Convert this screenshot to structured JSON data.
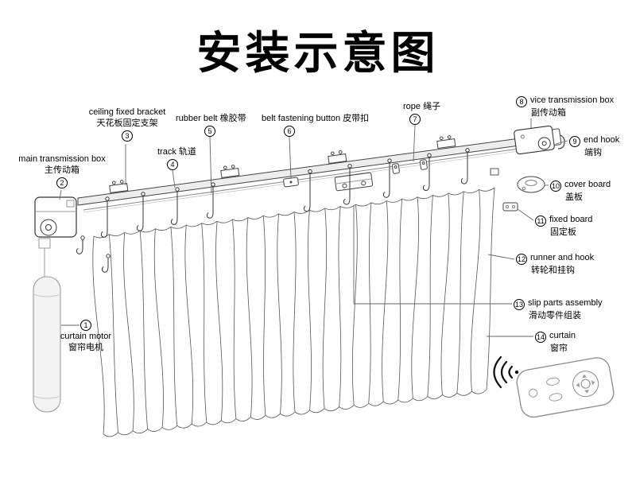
{
  "title": "安装示意图",
  "labels": {
    "curtain_motor": {
      "num": "1",
      "en": "curtain motor",
      "zh": "窗帘电机"
    },
    "main_transmission_box": {
      "num": "2",
      "en": "main transmission box",
      "zh": "主传动箱"
    },
    "ceiling_fixed_bracket": {
      "num": "3",
      "en": "ceiling fixed bracket",
      "zh": "天花板固定支架"
    },
    "track": {
      "num": "4",
      "en": "track",
      "zh": "轨道"
    },
    "rubber_belt": {
      "num": "5",
      "en": "rubber belt",
      "zh": "橡胶带"
    },
    "belt_fastening_button": {
      "num": "6",
      "en": "belt fastening button",
      "zh": "皮带扣"
    },
    "rope": {
      "num": "7",
      "en": "rope",
      "zh": "绳子"
    },
    "vice_transmission_box": {
      "num": "8",
      "en": "vice transmission box",
      "zh": "副传动箱"
    },
    "end_hook": {
      "num": "9",
      "en": "end hook",
      "zh": "端钩"
    },
    "cover_board": {
      "num": "10",
      "en": "cover board",
      "zh": "盖板"
    },
    "fixed_board": {
      "num": "11",
      "en": "fixed board",
      "zh": "固定板"
    },
    "runner_and_hook": {
      "num": "12",
      "en": "runner and hook",
      "zh": "转轮和挂钩"
    },
    "slip_parts_assembly": {
      "num": "13",
      "en": "slip parts assembly",
      "zh": "滑动零件组装"
    },
    "curtain": {
      "num": "14",
      "en": "curtain",
      "zh": "窗帘"
    }
  }
}
